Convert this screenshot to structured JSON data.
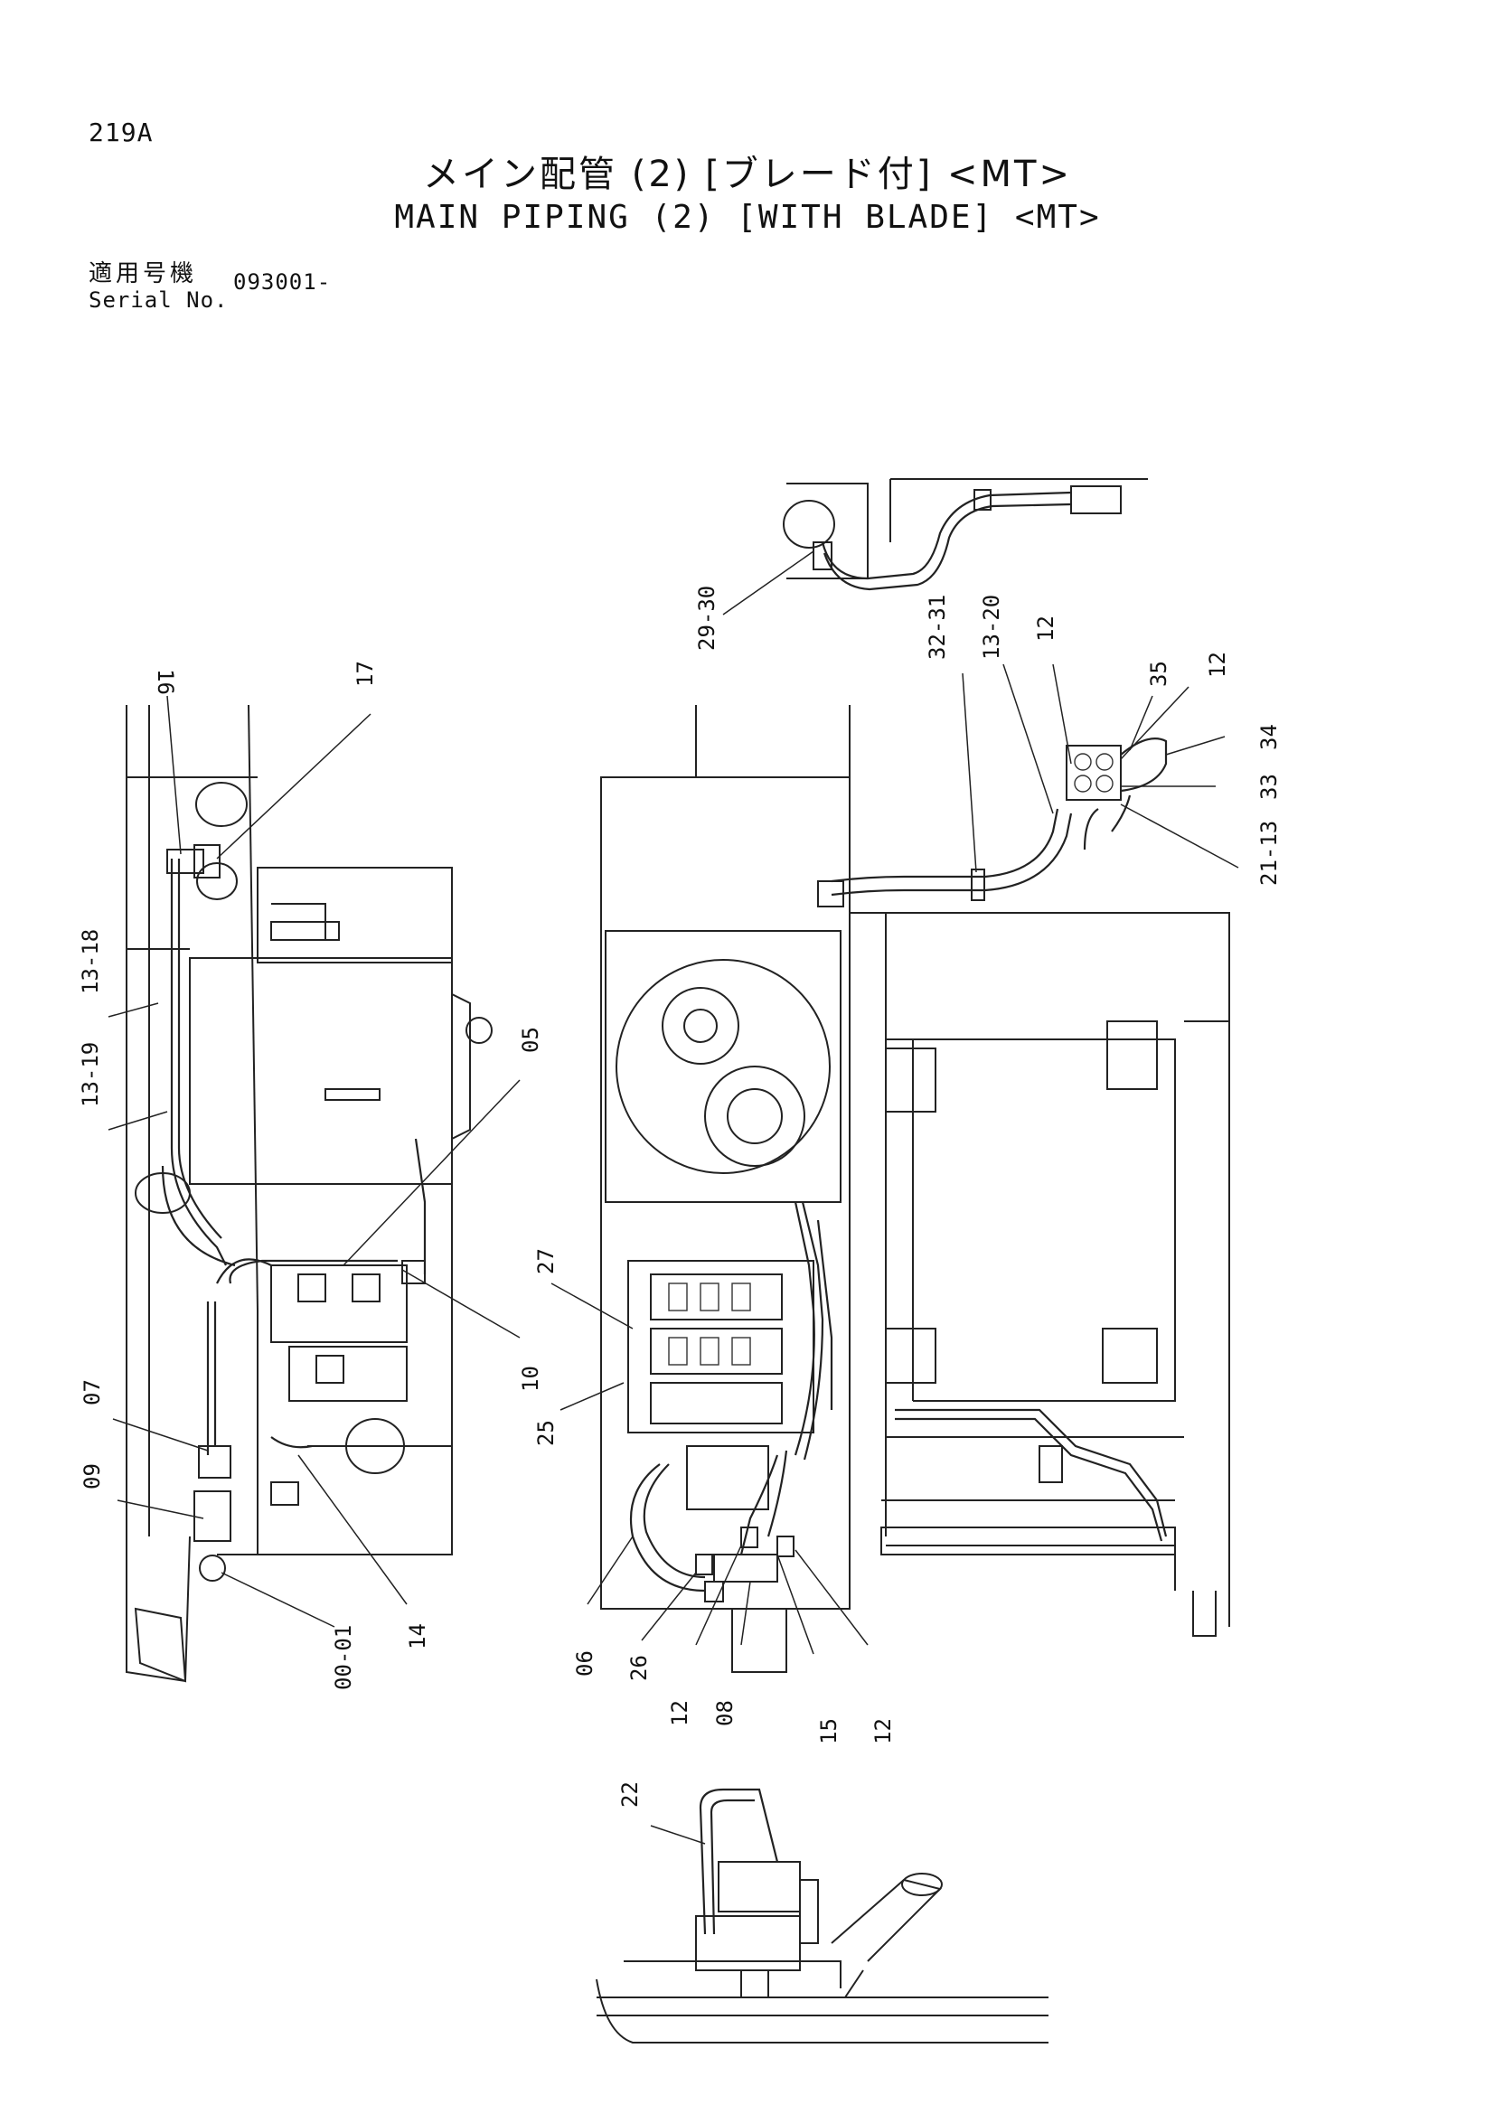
{
  "header": {
    "page_number": "219A",
    "title_jp": "メイン配管 (2) [ブレード付] <MT>",
    "title_en": "MAIN PIPING (2) [WITH BLADE] <MT>",
    "serial_label_jp": "適用号機",
    "serial_label_en": "Serial No.",
    "serial_value": "093001-"
  },
  "callouts": {
    "c16": "16",
    "c17": "17",
    "c13_18": "13-18",
    "c13_19": "13-19",
    "c05": "05",
    "c10": "10",
    "c07": "07",
    "c09": "09",
    "c14": "14",
    "c00_01": "00-01",
    "c29_30": "29-30",
    "c32_31": "32-31",
    "c13_20": "13-20",
    "c12_a": "12",
    "c35": "35",
    "c12_b": "12",
    "c34": "34",
    "c33": "33",
    "c21_13": "21-13",
    "c27": "27",
    "c25": "25",
    "c06": "06",
    "c26": "26",
    "c12_c": "12",
    "c08": "08",
    "c15": "15",
    "c12_d": "12",
    "c22": "22"
  }
}
